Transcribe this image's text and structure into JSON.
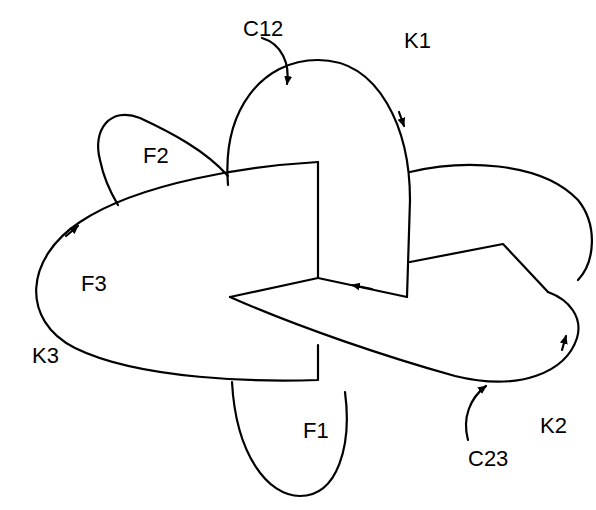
{
  "diagram": {
    "labels": [
      "C12",
      "K1",
      "F2",
      "F3",
      "K3",
      "F1",
      "K2",
      "C23"
    ]
  }
}
